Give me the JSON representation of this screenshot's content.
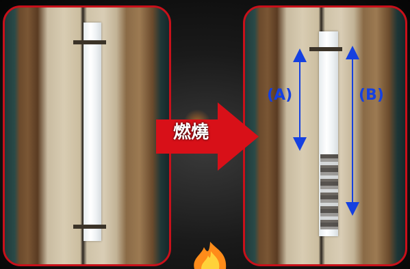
{
  "arrow_text": "燃燒",
  "measure_a": "(A)",
  "measure_b": "(B)",
  "colors": {
    "frame": "#c8101a",
    "arrow": "#d81018",
    "measure": "#1540e0",
    "flame": "#ff8c1a"
  }
}
